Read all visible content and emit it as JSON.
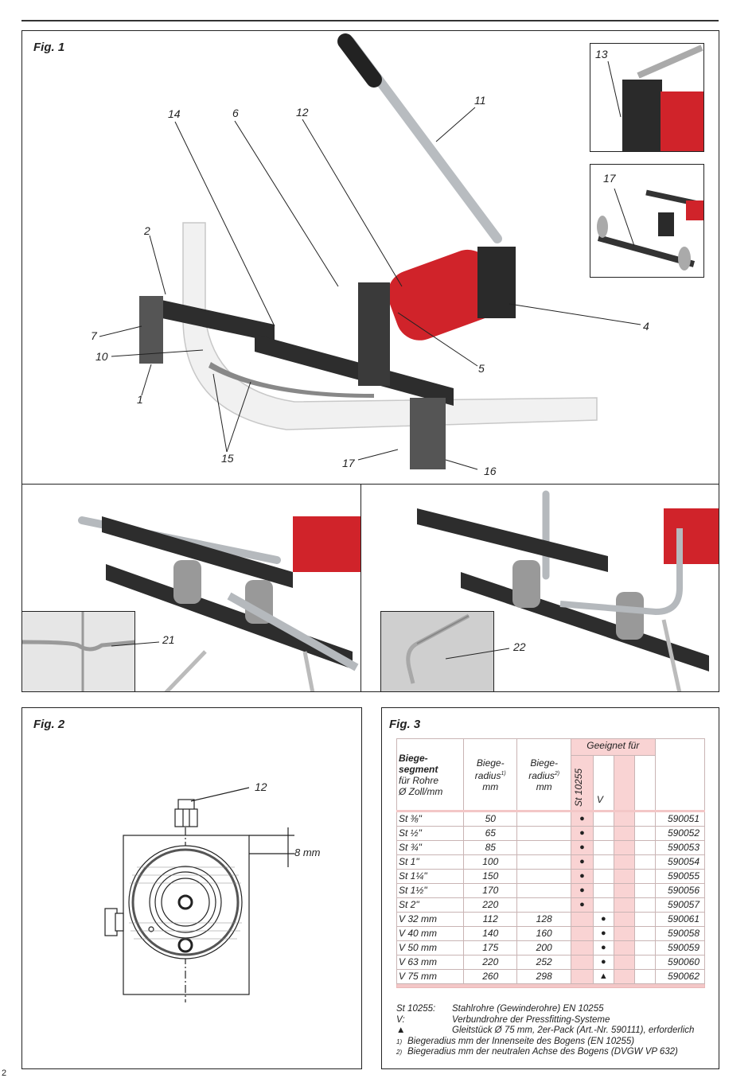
{
  "page_number": "2",
  "fig1": {
    "label": "Fig. 1",
    "callouts": {
      "c1": "1",
      "c2": "2",
      "c4": "4",
      "c5": "5",
      "c6": "6",
      "c7": "7",
      "c10": "10",
      "c11": "11",
      "c12": "12",
      "c13": "13",
      "c14": "14",
      "c15": "15",
      "c16": "16",
      "c17a": "17",
      "c17b": "17",
      "c21": "21",
      "c22": "22"
    }
  },
  "fig2": {
    "label": "Fig. 2",
    "callout_12": "12",
    "dimension": "8 mm"
  },
  "fig3": {
    "label": "Fig. 3",
    "header": {
      "segment_bold1": "Biege-",
      "segment_bold2": "segment",
      "segment_line3": "für Rohre",
      "segment_line4": "Ø Zoll/mm",
      "radius1_l1": "Biege-",
      "radius1_l2": "radius",
      "radius1_sup": "1)",
      "radius1_l3": "mm",
      "radius2_l1": "Biege-",
      "radius2_l2": "radius",
      "radius2_sup": "2)",
      "radius2_l3": "mm",
      "suitable": "Geeignet für",
      "st": "St 10255",
      "v": "V"
    },
    "rows": [
      {
        "seg": "St ⅜\"",
        "r1": "50",
        "r2": "",
        "st": "●",
        "v": "",
        "art": "590051"
      },
      {
        "seg": "St ½\"",
        "r1": "65",
        "r2": "",
        "st": "●",
        "v": "",
        "art": "590052"
      },
      {
        "seg": "St ¾\"",
        "r1": "85",
        "r2": "",
        "st": "●",
        "v": "",
        "art": "590053"
      },
      {
        "seg": "St 1\"",
        "r1": "100",
        "r2": "",
        "st": "●",
        "v": "",
        "art": "590054"
      },
      {
        "seg": "St 1¼\"",
        "r1": "150",
        "r2": "",
        "st": "●",
        "v": "",
        "art": "590055"
      },
      {
        "seg": "St 1½\"",
        "r1": "170",
        "r2": "",
        "st": "●",
        "v": "",
        "art": "590056"
      },
      {
        "seg": "St 2\"",
        "r1": "220",
        "r2": "",
        "st": "●",
        "v": "",
        "art": "590057"
      },
      {
        "seg": "V 32 mm",
        "r1": "112",
        "r2": "128",
        "st": "",
        "v": "●",
        "art": "590061"
      },
      {
        "seg": "V 40 mm",
        "r1": "140",
        "r2": "160",
        "st": "",
        "v": "●",
        "art": "590058"
      },
      {
        "seg": "V 50 mm",
        "r1": "175",
        "r2": "200",
        "st": "",
        "v": "●",
        "art": "590059"
      },
      {
        "seg": "V 63 mm",
        "r1": "220",
        "r2": "252",
        "st": "",
        "v": "●",
        "art": "590060"
      },
      {
        "seg": "V 75 mm",
        "r1": "260",
        "r2": "298",
        "st": "",
        "v": "▲",
        "art": "590062"
      }
    ],
    "legend": [
      {
        "key": "St 10255:",
        "text": "Stahlrohre (Gewinderohre) EN 10255"
      },
      {
        "key": "V:",
        "text": "Verbundrohre der Pressfitting-Systeme"
      },
      {
        "key": "▲",
        "text": "Gleitstück Ø 75 mm, 2er-Pack (Art.-Nr. 590111), erforderlich"
      }
    ],
    "footnotes": [
      {
        "mark": "1)",
        "text": "Biegeradius mm der Innenseite des Bogens (EN 10255)"
      },
      {
        "mark": "2)",
        "text": "Biegeradius mm der neutralen Achse des Bogens (DVGW VP 632)"
      }
    ]
  },
  "colors": {
    "accent_red": "#d0232a",
    "table_pink": "#f9d3d3"
  }
}
